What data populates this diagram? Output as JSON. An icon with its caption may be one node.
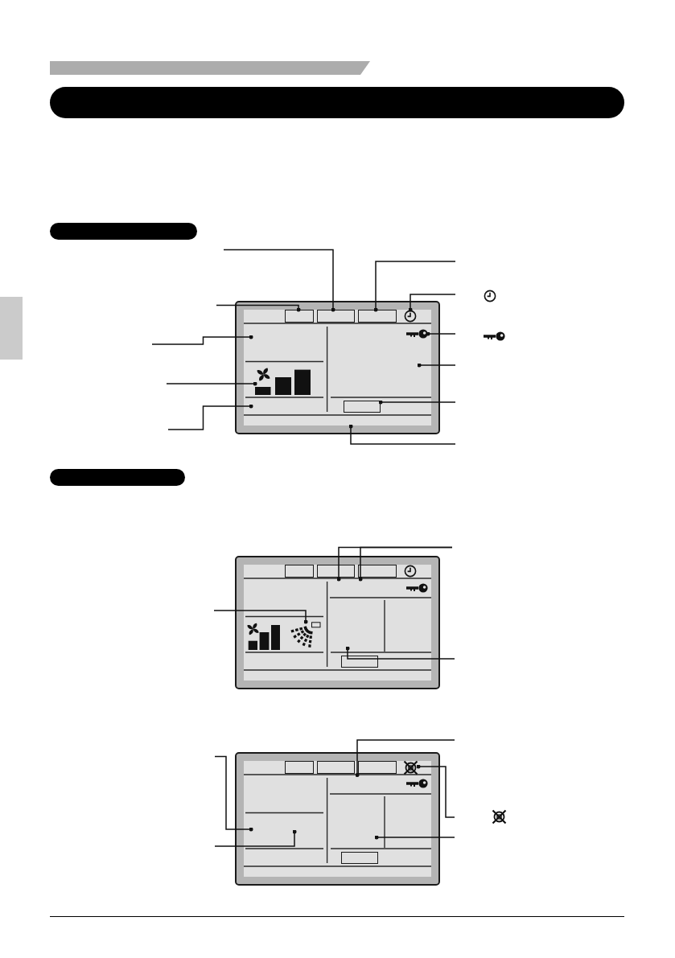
{
  "diagram": {
    "nodes": [
      {
        "text": [],
        "shape": "bar"
      },
      {
        "text": [],
        "shape": "bar"
      },
      {
        "text": [],
        "shape": "bar"
      },
      {
        "text": [],
        "shape": "bar"
      },
      {
        "text": [],
        "shape": "box"
      },
      {
        "text": [],
        "shape": "box",
        "in": 4
      },
      {
        "text": [],
        "shape": "box",
        "in": 4
      },
      {
        "text": [],
        "shape": "box",
        "in": 4
      },
      {
        "text": [],
        "shape": "picture",
        "in": 4
      },
      {
        "text": [],
        "shape": "picture",
        "in": 4
      },
      {
        "text": [],
        "shape": "picture",
        "in": 4
      },
      {
        "text": [],
        "shape": "box",
        "in": 4
      },
      {
        "text": [],
        "shape": "bar"
      },
      {
        "text": [],
        "shape": "box"
      },
      {
        "text": [],
        "shape": "picture",
        "in": 13
      },
      {
        "text": [],
        "shape": "box"
      },
      {
        "text": [],
        "shape": "picture",
        "in": 15
      }
    ],
    "edges": [
      {
        "from": null,
        "to": 5,
        "arrow": "other"
      },
      {
        "from": null,
        "to": 6,
        "arrow": "other"
      },
      {
        "from": null,
        "to": 7,
        "arrow": "other"
      },
      {
        "from": null,
        "to": 8,
        "arrow": "other"
      },
      {
        "from": null,
        "to": 9,
        "arrow": "other"
      },
      {
        "from": null,
        "to": 4,
        "arrow": "other"
      },
      {
        "from": null,
        "to": 11,
        "arrow": "other"
      },
      {
        "from": null,
        "to": 4,
        "arrow": "other"
      },
      {
        "from": null,
        "to": 4,
        "arrow": "other"
      },
      {
        "from": null,
        "to": 10,
        "arrow": "other"
      },
      {
        "from": null,
        "to": 4,
        "arrow": "other"
      },
      {
        "from": null,
        "to": 13,
        "arrow": "other"
      },
      {
        "from": null,
        "to": 13,
        "arrow": "other"
      },
      {
        "from": null,
        "to": 14,
        "arrow": "other"
      },
      {
        "from": null,
        "to": 13,
        "arrow": "other"
      },
      {
        "from": null,
        "to": 15,
        "arrow": "other"
      },
      {
        "from": null,
        "to": 16,
        "arrow": "other"
      },
      {
        "from": null,
        "to": 15,
        "arrow": "other"
      },
      {
        "from": null,
        "to": 15,
        "arrow": "other"
      },
      {
        "from": null,
        "to": 15,
        "arrow": "other"
      }
    ]
  }
}
